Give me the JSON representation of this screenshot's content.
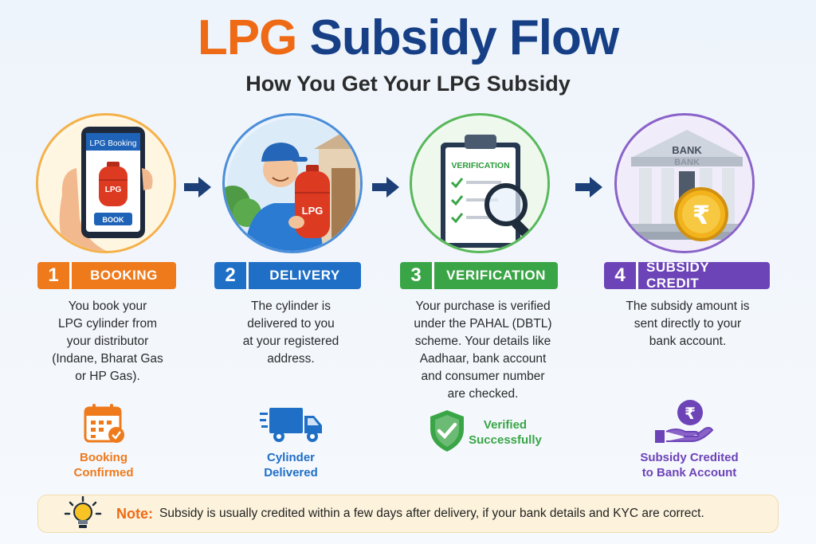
{
  "header": {
    "title_part1": "LPG",
    "title_part2": "Subsidy Flow",
    "subtitle": "How You Get Your LPG Subsidy"
  },
  "colors": {
    "orange": "#ee7a1c",
    "blue": "#1f6fc7",
    "green": "#3aa546",
    "purple": "#6d44b8",
    "navy": "#163f86"
  },
  "steps": [
    {
      "number": "1",
      "name": "BOOKING",
      "description": [
        "You book your",
        "LPG cylinder from",
        "your distributor",
        "(Indane, Bharat Gas",
        "or HP Gas)."
      ],
      "phone_title": "LPG Booking",
      "cylinder_text": "LPG",
      "book_button": "BOOK",
      "badge_icon": "calendar-check-icon",
      "badge": [
        "Booking",
        "Confirmed"
      ]
    },
    {
      "number": "2",
      "name": "DELIVERY",
      "description": [
        "The cylinder is",
        "delivered to you",
        "at your registered",
        "address."
      ],
      "cylinder_text": "LPG",
      "badge_icon": "truck-icon",
      "badge": [
        "Cylinder",
        "Delivered"
      ]
    },
    {
      "number": "3",
      "name": "VERIFICATION",
      "description": [
        "Your purchase is verified",
        "under the PAHAL (DBTL)",
        "scheme. Your details like",
        "Aadhaar, bank account",
        "and consumer number",
        "are checked."
      ],
      "clipboard_title": "VERIFICATION",
      "badge_icon": "shield-check-icon",
      "badge": [
        "Verified",
        "Successfully"
      ]
    },
    {
      "number": "4",
      "name": "SUBSIDY CREDIT",
      "description": [
        "The subsidy amount is",
        "sent directly to your",
        "bank account."
      ],
      "bank_sign": "BANK",
      "bank_sign_faded": "BANK",
      "coin_symbol": "₹",
      "badge_icon": "rupee-hand-icon",
      "badge": [
        "Subsidy Credited",
        "to Bank Account"
      ]
    }
  ],
  "note": {
    "label": "Note:",
    "text": "Subsidy is usually credited within a few days after delivery, if your bank details and KYC are correct."
  }
}
